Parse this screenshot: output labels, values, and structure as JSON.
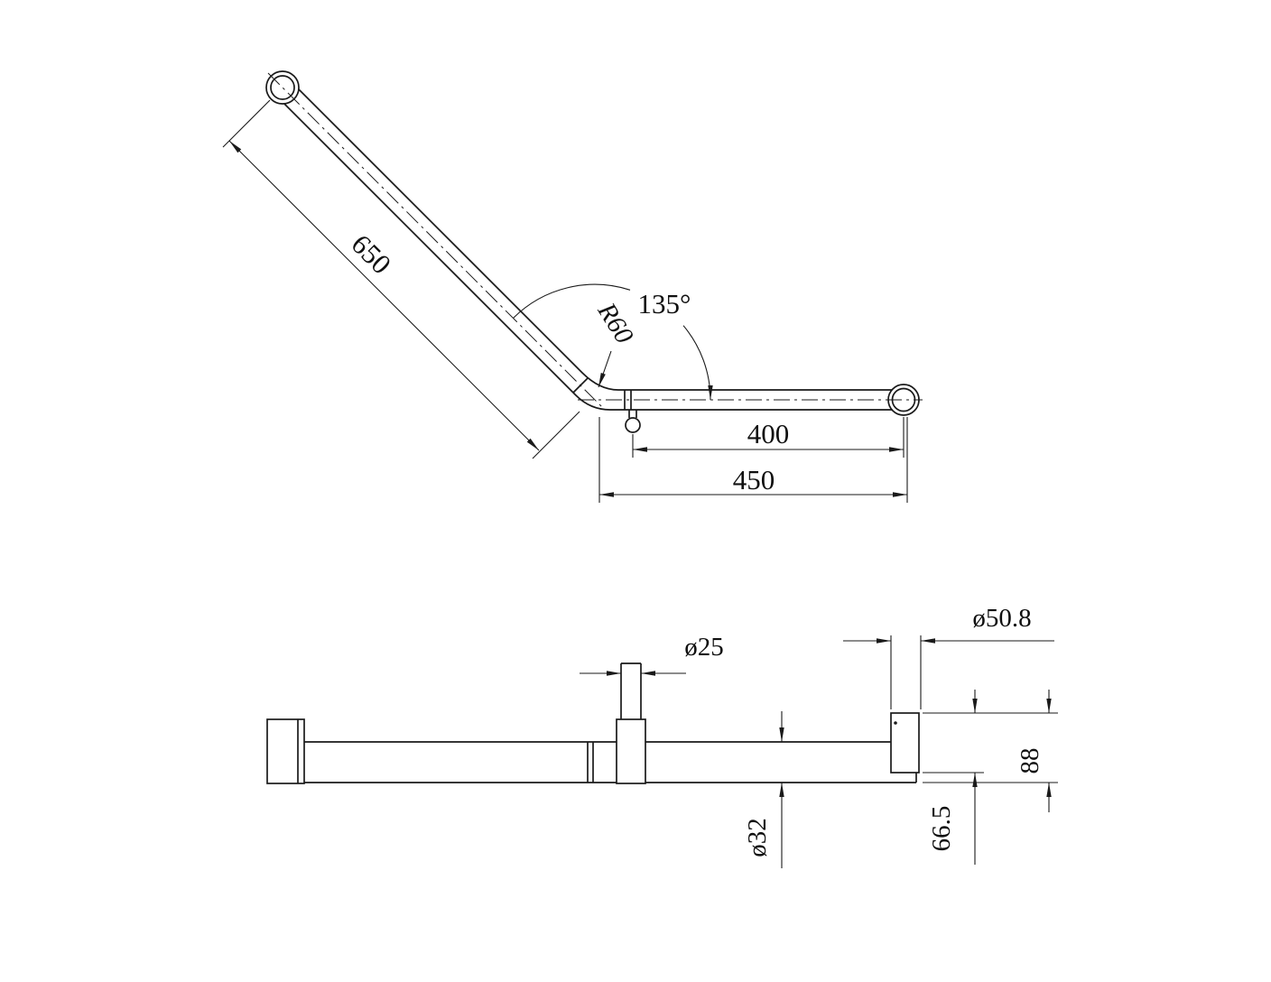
{
  "drawing": {
    "background": "#ffffff",
    "line_color": "#1a1a1a",
    "plan_view": {
      "dims": {
        "diagonal_length": "650",
        "bend_radius": "R60",
        "angle": "135°",
        "fixing_length": "400",
        "overall_length": "450"
      }
    },
    "side_view": {
      "dims": {
        "flange_diameter": "ø50.8",
        "stem_diameter": "ø25",
        "rail_diameter": "ø32",
        "height_inner": "66.5",
        "height_outer": "88"
      }
    }
  }
}
